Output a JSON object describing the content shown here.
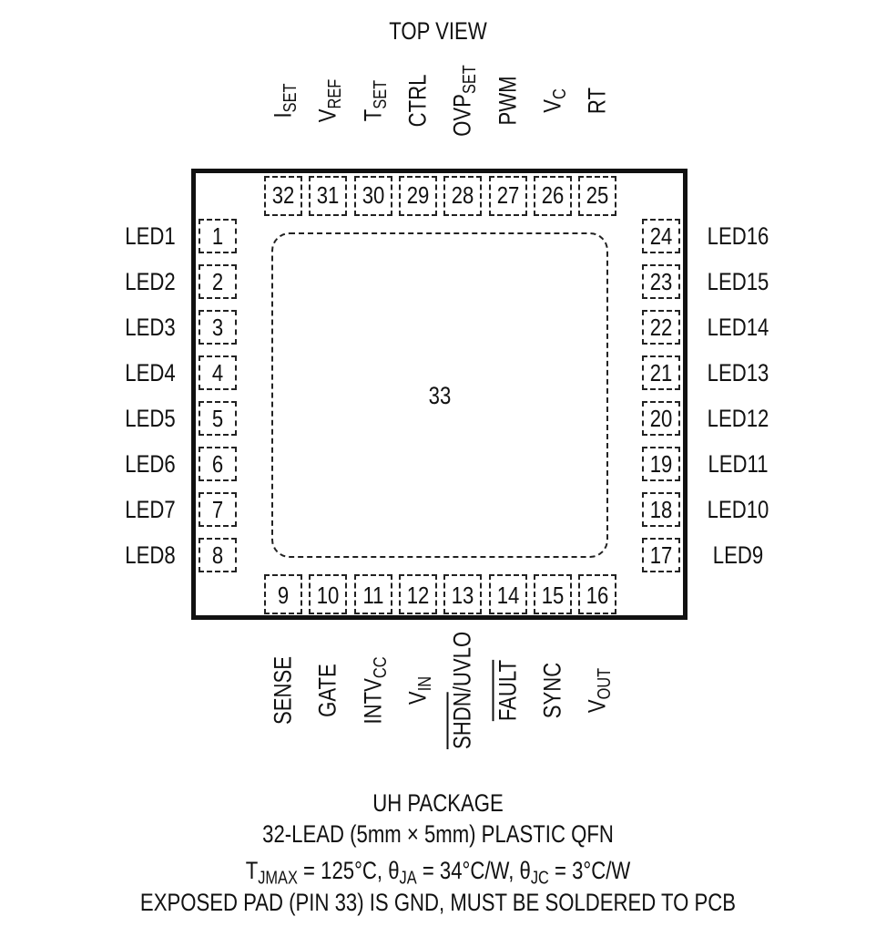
{
  "title": "TOP VIEW",
  "exposed_pad_number": "33",
  "pins_left": [
    {
      "num": "1",
      "name": "LED1"
    },
    {
      "num": "2",
      "name": "LED2"
    },
    {
      "num": "3",
      "name": "LED3"
    },
    {
      "num": "4",
      "name": "LED4"
    },
    {
      "num": "5",
      "name": "LED5"
    },
    {
      "num": "6",
      "name": "LED6"
    },
    {
      "num": "7",
      "name": "LED7"
    },
    {
      "num": "8",
      "name": "LED8"
    }
  ],
  "pins_right": [
    {
      "num": "24",
      "name": "LED16"
    },
    {
      "num": "23",
      "name": "LED15"
    },
    {
      "num": "22",
      "name": "LED14"
    },
    {
      "num": "21",
      "name": "LED13"
    },
    {
      "num": "20",
      "name": "LED12"
    },
    {
      "num": "19",
      "name": "LED11"
    },
    {
      "num": "18",
      "name": "LED10"
    },
    {
      "num": "17",
      "name": "LED9"
    }
  ],
  "pins_top": [
    {
      "num": "32",
      "name": "I",
      "sub": "SET"
    },
    {
      "num": "31",
      "name": "V",
      "sub": "REF"
    },
    {
      "num": "30",
      "name": "T",
      "sub": "SET"
    },
    {
      "num": "29",
      "name": "CTRL",
      "sub": ""
    },
    {
      "num": "28",
      "name": "OVP",
      "sub": "SET"
    },
    {
      "num": "27",
      "name": "PWM",
      "sub": ""
    },
    {
      "num": "26",
      "name": "V",
      "sub": "C"
    },
    {
      "num": "25",
      "name": "RT",
      "sub": ""
    }
  ],
  "pins_bottom": [
    {
      "num": "9",
      "name": "SENSE",
      "sub": ""
    },
    {
      "num": "10",
      "name": "GATE",
      "sub": ""
    },
    {
      "num": "11",
      "name": "INTV",
      "sub": "CC"
    },
    {
      "num": "12",
      "name": "V",
      "sub": "IN"
    },
    {
      "num": "13",
      "name": "SHDN",
      "rest": "/UVLO"
    },
    {
      "num": "14",
      "name": "FAULT",
      "rest": ""
    },
    {
      "num": "15",
      "name": "SYNC",
      "sub": ""
    },
    {
      "num": "16",
      "name": "V",
      "sub": "OUT"
    }
  ],
  "package": {
    "line1": "UH PACKAGE",
    "line2": "32-LEAD (5mm × 5mm) PLASTIC QFN",
    "thermal": {
      "t_sym": "T",
      "t_sub": "JMAX",
      "t_val": " = 125°C, ",
      "ja_sym": "θ",
      "ja_sub": "JA",
      "ja_val": " = 34°C/W, ",
      "jc_sym": "θ",
      "jc_sub": "JC",
      "jc_val": " = 3°C/W"
    },
    "line4": "EXPOSED PAD (PIN 33) IS GND, MUST BE SOLDERED TO PCB"
  }
}
